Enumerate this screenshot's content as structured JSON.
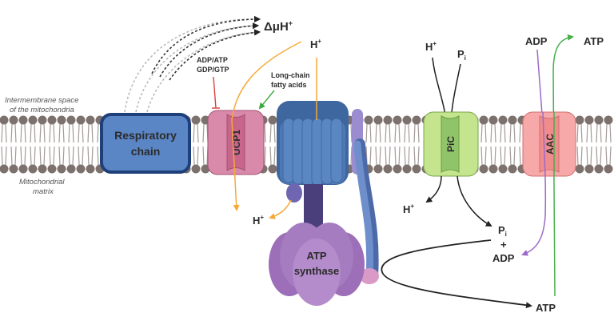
{
  "title": "Mitochondrial inner membrane transport and ATP synthesis",
  "regions": {
    "ims_line1": "Intermembrane space",
    "ims_line2": "of the mitochondria",
    "matrix_line1": "Mitochondrial",
    "matrix_line2": "matrix"
  },
  "proteins": {
    "respiratory_chain_line1": "Respiratory",
    "respiratory_chain_line2": "chain",
    "ucp1": "UCP1",
    "atp_synthase_line1": "ATP",
    "atp_synthase_line2": "synthase",
    "pic": "PiC",
    "aac": "AAC"
  },
  "labels": {
    "proton_gradient": "ΔμH",
    "proton_gradient_sup": "+",
    "ucp1_inhibitors_line1": "ADP/ATP",
    "ucp1_inhibitors_line2": "GDP/GTP",
    "ucp1_activators_line1": "Long-chain",
    "ucp1_activators_line2": "fatty acids",
    "h_top": "H",
    "h_sup": "+",
    "h_synthase_out": "H",
    "h_pic_top": "H",
    "pi_top": "P",
    "pi_sub": "i",
    "h_pic_bottom": "H",
    "pi_bottom": "P",
    "plus": "+",
    "adp_bottom": "ADP",
    "atp_bottom": "ATP",
    "adp_top": "ADP",
    "atp_top": "ATP"
  },
  "colors": {
    "lipid_head": "#7d716e",
    "lipid_tail": "#a39a97",
    "respiratory_chain": "#5b86c6",
    "respiratory_chain_border": "#1f3f7a",
    "ucp1": "#d98aab",
    "ucp1_center": "#c7658a",
    "atp_synthase_f0": "#4f79b5",
    "atp_synthase_f1": "#a57cbf",
    "stalk": "#4a3f7a",
    "pic": "#c4e48e",
    "pic_center": "#8fc46a",
    "aac": "#f7a8a8",
    "aac_center": "#f08c8c",
    "proton_arrow": "#f5a93a",
    "inhibit": "#d94040",
    "activate": "#3caa3c",
    "adp_arrow": "#9b6ac8",
    "atp_arrow": "#45b04a"
  }
}
